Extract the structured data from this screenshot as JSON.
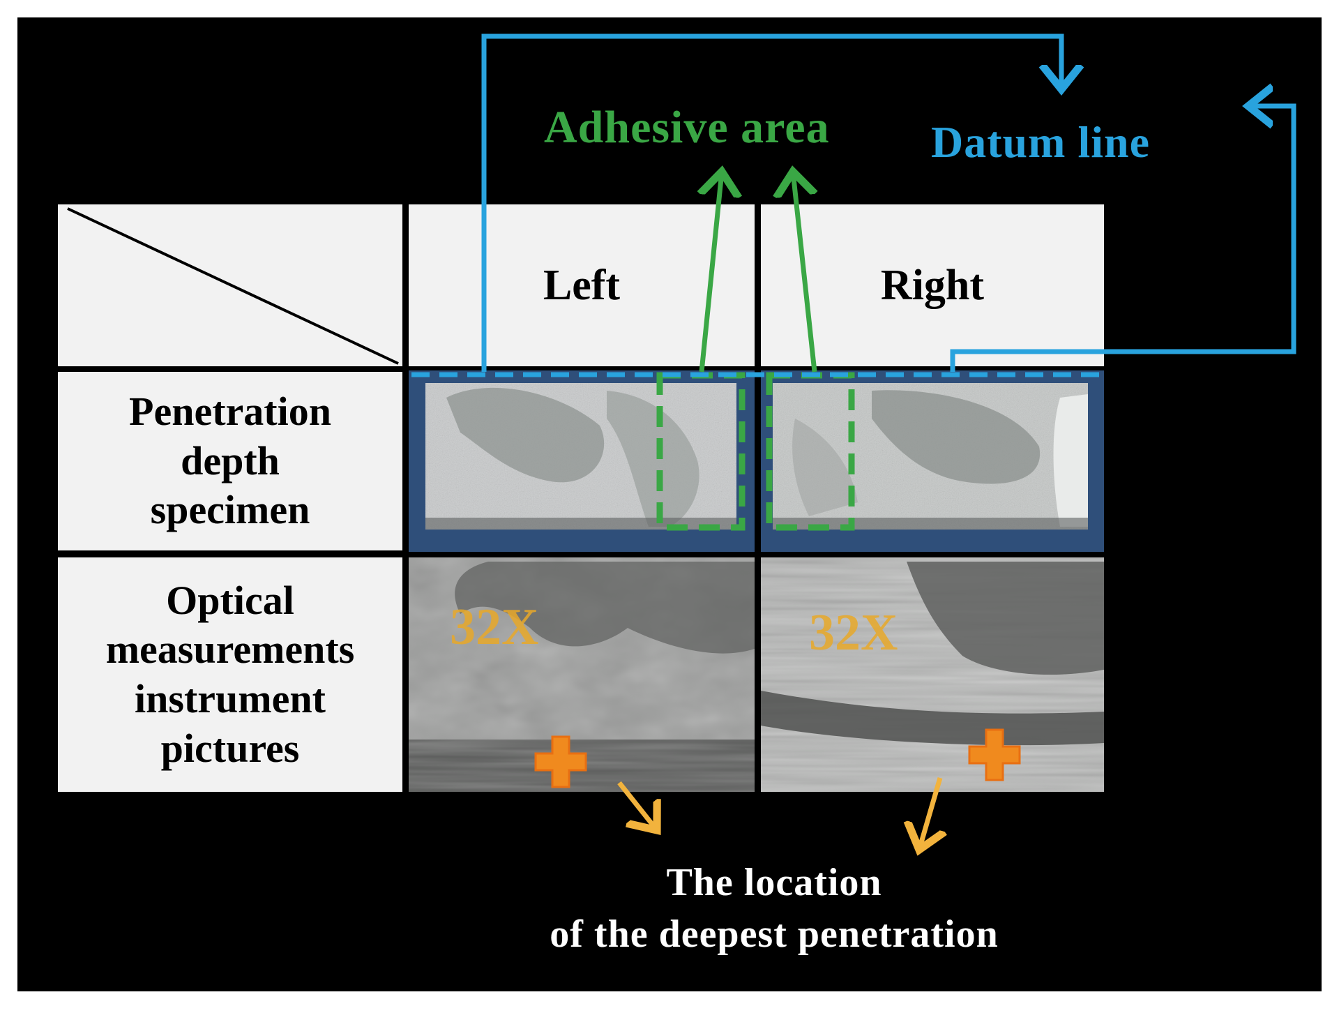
{
  "table": {
    "col_left": "Left",
    "col_right": "Right",
    "row_specimen": "Penetration\ndepth\nspecimen",
    "row_optical": "Optical\nmeasurements\ninstrument\npictures"
  },
  "annotations": {
    "adhesive_area": "Adhesive area",
    "datum_line": "Datum line",
    "deepest_penetration": "The location\nof the deepest penetration",
    "zoom_left": "32X",
    "zoom_right": "32X"
  },
  "colors": {
    "background": "#000000",
    "cell": "#f2f2f2",
    "adhesive": "#3aa745",
    "datum": "#29a3de",
    "deepest_arrow": "#f2b33d",
    "marker": "#f08a1e",
    "zoom": "#e8a92a",
    "annotation_text": "#ffffff"
  }
}
